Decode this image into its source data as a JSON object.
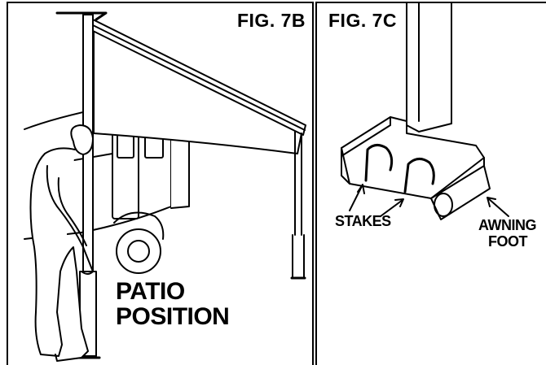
{
  "figure_b": {
    "title": "FIG. 7B",
    "caption_line1": "PATIO",
    "caption_line2": "POSITION"
  },
  "figure_c": {
    "title": "FIG. 7C",
    "label_stakes": "STAKES",
    "label_awning_line1": "AWNING",
    "label_awning_line2": "FOOT"
  }
}
